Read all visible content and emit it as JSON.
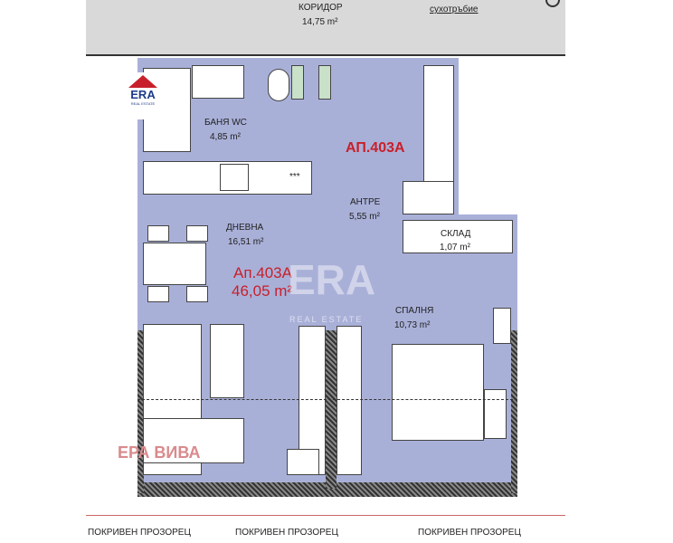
{
  "corridor": {
    "name": "КОРИДОР",
    "area": "14,75 m²",
    "shaft_label": "сухотръбие"
  },
  "rooms": {
    "bathroom": {
      "name": "БАНЯ WC",
      "area": "4,85 m²"
    },
    "entrance": {
      "name": "АНТРЕ",
      "area": "5,55 m²"
    },
    "living": {
      "name": "ДНЕВНА",
      "area": "16,51 m²"
    },
    "storage": {
      "name": "СКЛАД",
      "area": "1,07 m²"
    },
    "bedroom": {
      "name": "СПАЛНЯ",
      "area": "10,73 m²"
    }
  },
  "apartment": {
    "code_header": "АП.403А",
    "code": "Ап.403А",
    "total_area": "46,05 m²"
  },
  "kitchen": {
    "marker": "***"
  },
  "windows": [
    "ПОКРИВЕН ПРОЗОРЕЦ",
    "ПОКРИВЕН ПРОЗОРЕЦ",
    "ПОКРИВЕН ПРОЗОРЕЦ"
  ],
  "watermark": {
    "logo": "ERA",
    "logo_sub": "REAL ESTATE",
    "bottom": "ЕРА ВИВА",
    "center": "ERA",
    "center_sub": "REAL ESTATE"
  },
  "colors": {
    "floor": "#a9b0d8",
    "corridor": "#d9d9d9",
    "accent": "#c8202a"
  }
}
